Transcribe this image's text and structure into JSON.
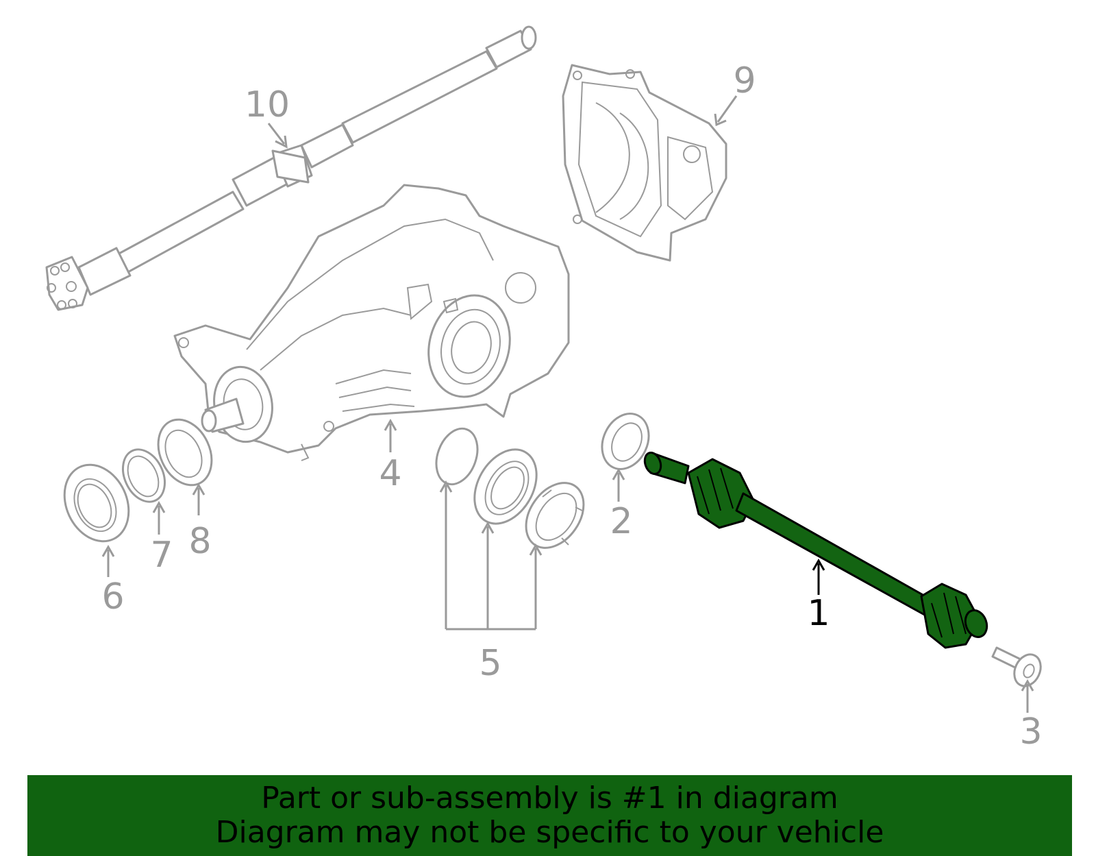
{
  "colors": {
    "highlight": "#136412",
    "banner_bg": "#106310",
    "part_stroke": "#9a9a9a"
  },
  "callouts": {
    "c1": "1",
    "c2": "2",
    "c3": "3",
    "c4": "4",
    "c5": "5",
    "c6": "6",
    "c7": "7",
    "c8": "8",
    "c9": "9",
    "c10": "10"
  },
  "highlighted_part": "1",
  "banner": {
    "line1": "Part or sub-assembly is #1 in diagram",
    "line2": "Diagram may not be specific to your vehicle"
  }
}
